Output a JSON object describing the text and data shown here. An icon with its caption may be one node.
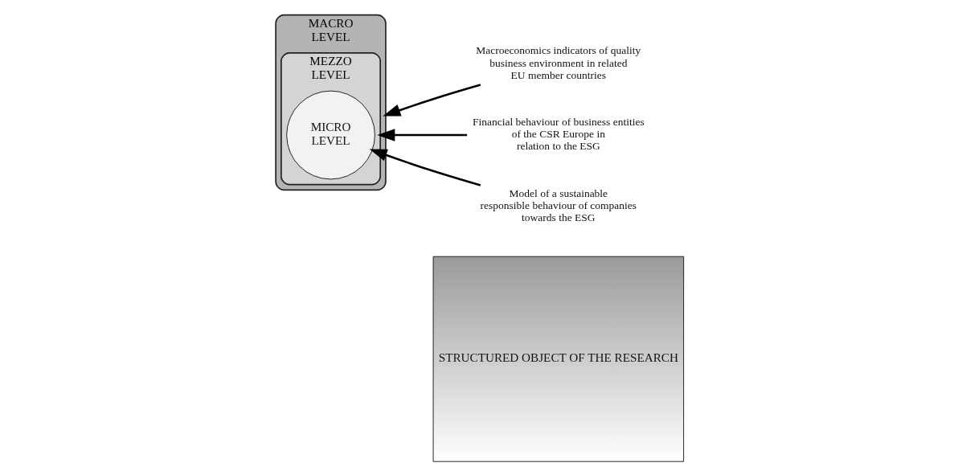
{
  "diagram": {
    "nodes": [
      {
        "text": [
          "STRUCTURED OBJECT OF THE RESEARCH"
        ]
      },
      {
        "text": [
          "MACRO LEVEL"
        ]
      },
      {
        "text": [
          "MEZZO LEVEL"
        ],
        "in": 1
      },
      {
        "text": [
          "MICRO LEVEL"
        ],
        "in": 2
      },
      {
        "text": [
          "Macroeconomics indicators of quality business environment in related EU member countries"
        ]
      },
      {
        "text": [
          "Financial behaviour of business entities of the CSR Europe in relation to the ESG"
        ]
      },
      {
        "text": [
          "Model of a sustainable responsible behaviour of companies towards the ESG"
        ]
      }
    ],
    "edges": [
      {
        "from": 4,
        "to": 1,
        "arrow": "to"
      },
      {
        "from": 5,
        "to": 2,
        "arrow": "to"
      },
      {
        "from": 6,
        "to": 3,
        "arrow": "to"
      }
    ]
  }
}
